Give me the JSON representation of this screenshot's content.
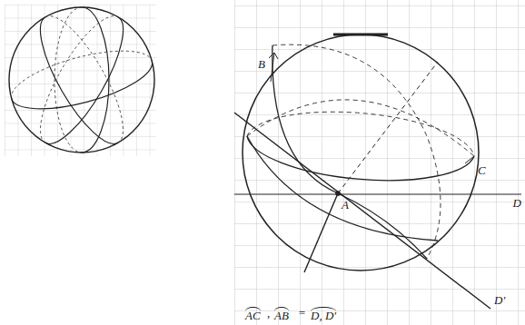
{
  "diagram": {
    "labels": [
      "B",
      "C",
      "A",
      "D",
      "D'",
      "AC",
      ",",
      "AB",
      "=",
      "D, D'"
    ]
  }
}
